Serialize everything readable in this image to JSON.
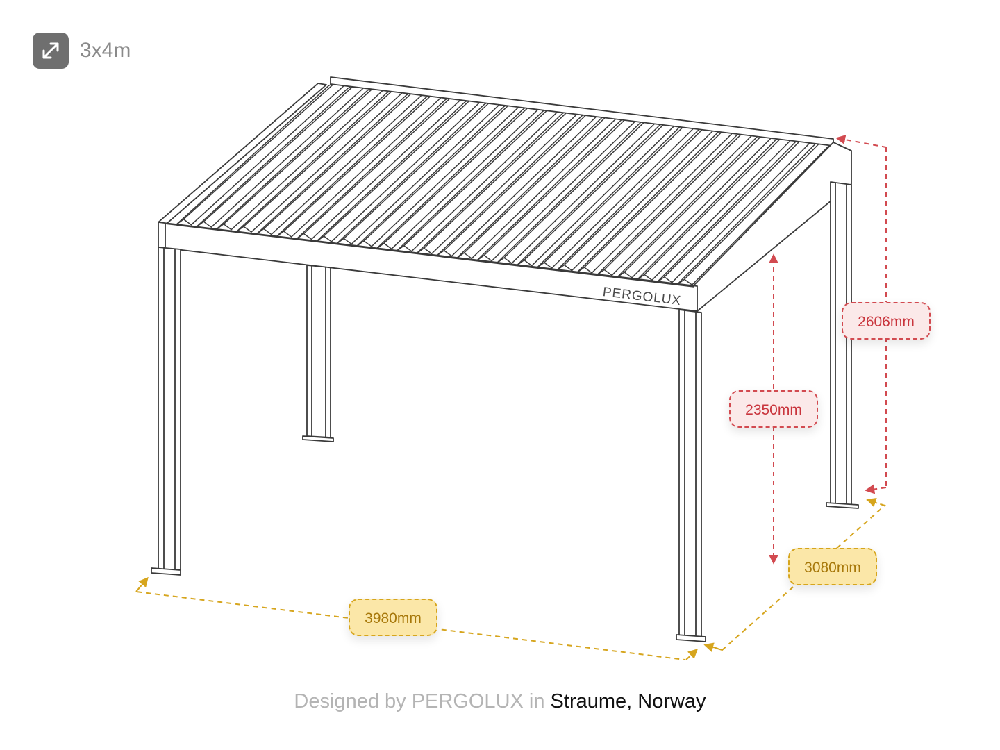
{
  "product": {
    "size": "3x4m",
    "brand_mark": "PERGOLUX"
  },
  "dimensions": {
    "total_height": "2606mm",
    "clear_height": "2350mm",
    "width": "3980mm",
    "depth": "3080mm"
  },
  "footer": {
    "prefix": "Designed by PERGOLUX in",
    "location": "Straume, Norway"
  },
  "colors": {
    "height_accent": "#d24a50",
    "width_accent": "#d6a51d",
    "frame_stroke": "#3a3a3a",
    "badge_bg": "#6f6f6f"
  },
  "icons": {
    "size_badge": "diagonal-expand-arrows-icon"
  }
}
